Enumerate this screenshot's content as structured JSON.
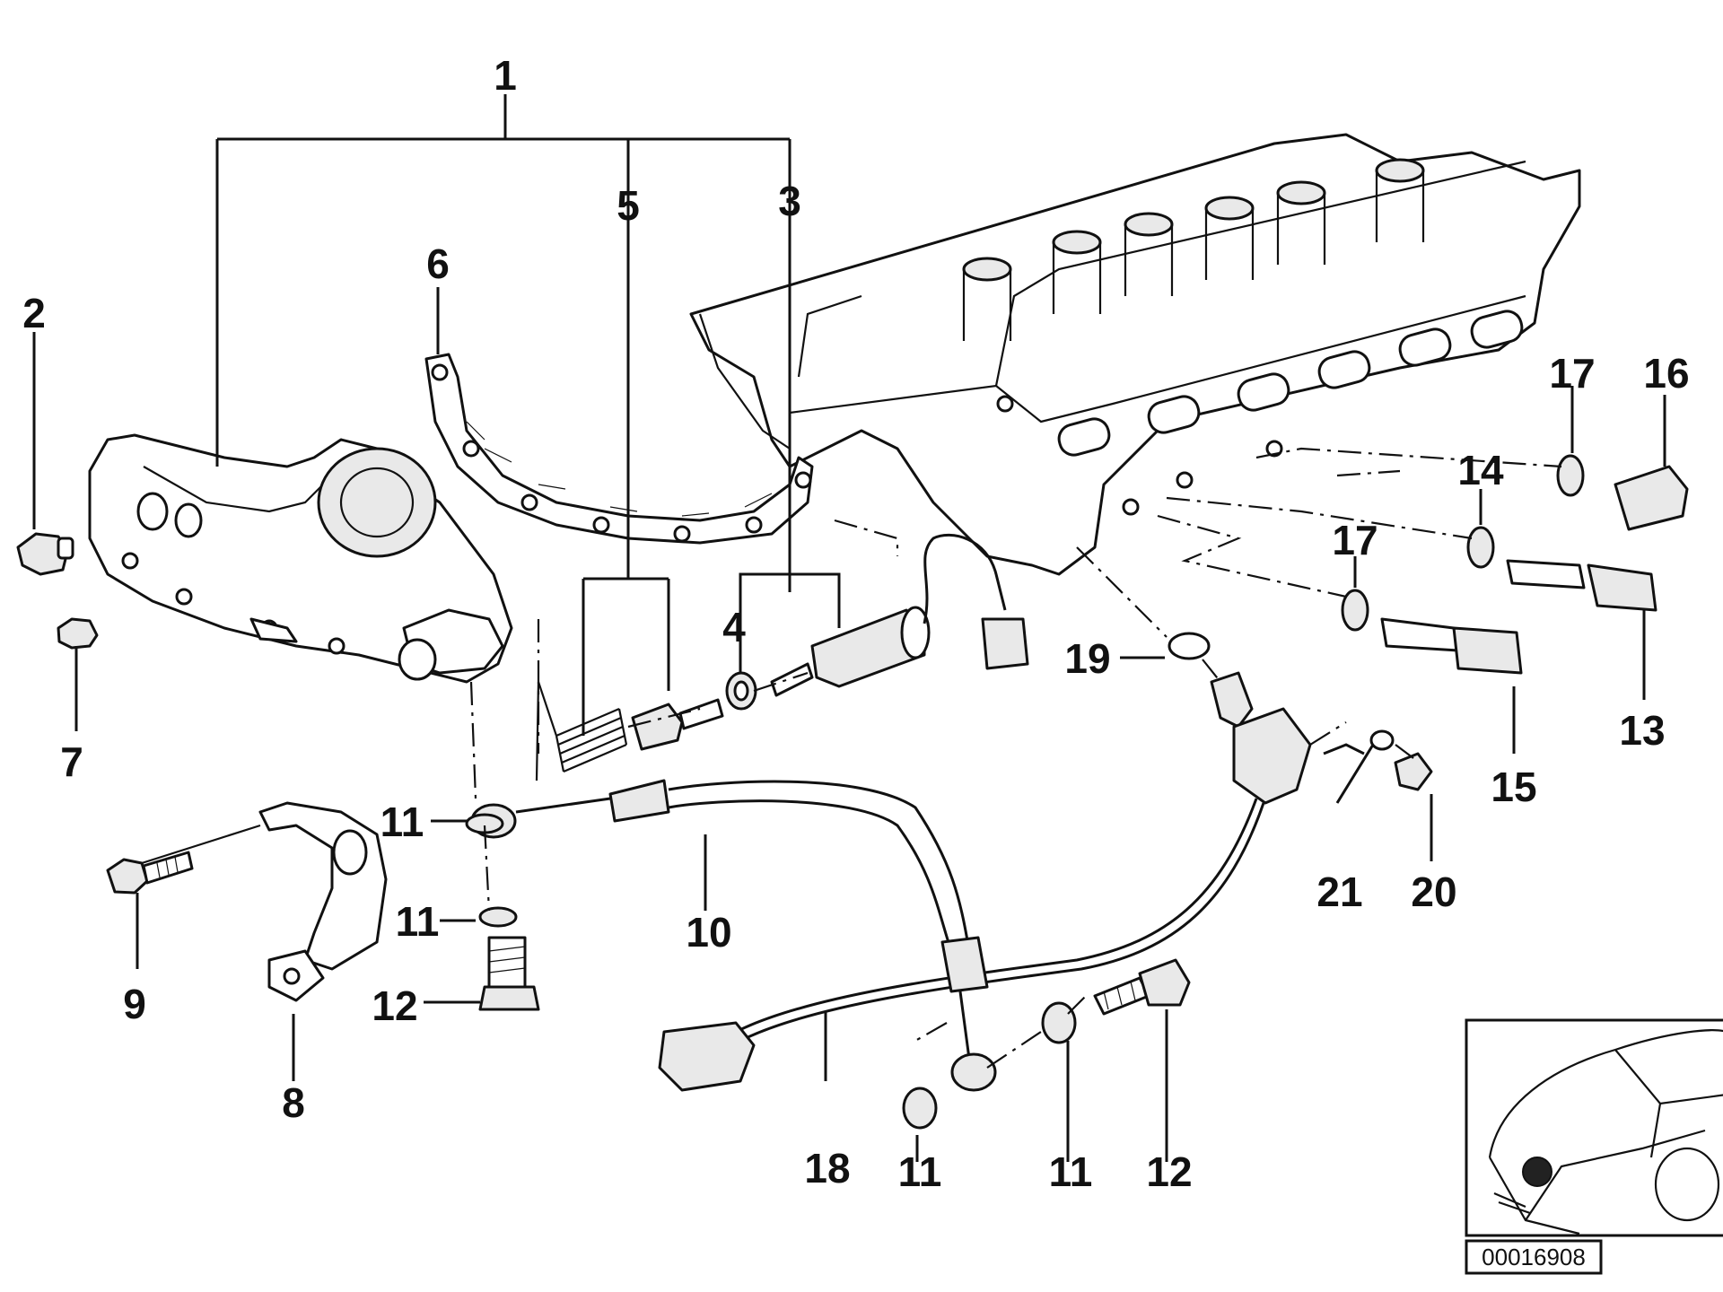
{
  "diagram": {
    "reference_number": "00016908",
    "callouts": [
      {
        "id": "c1",
        "label": "1"
      },
      {
        "id": "c2",
        "label": "2"
      },
      {
        "id": "c3",
        "label": "3"
      },
      {
        "id": "c4",
        "label": "4"
      },
      {
        "id": "c5",
        "label": "5"
      },
      {
        "id": "c6",
        "label": "6"
      },
      {
        "id": "c7",
        "label": "7"
      },
      {
        "id": "c8",
        "label": "8"
      },
      {
        "id": "c9",
        "label": "9"
      },
      {
        "id": "c10",
        "label": "10"
      },
      {
        "id": "c11a",
        "label": "11"
      },
      {
        "id": "c11b",
        "label": "11"
      },
      {
        "id": "c11c",
        "label": "11"
      },
      {
        "id": "c11d",
        "label": "11"
      },
      {
        "id": "c12a",
        "label": "12"
      },
      {
        "id": "c12b",
        "label": "12"
      },
      {
        "id": "c13",
        "label": "13"
      },
      {
        "id": "c14",
        "label": "14"
      },
      {
        "id": "c15",
        "label": "15"
      },
      {
        "id": "c16",
        "label": "16"
      },
      {
        "id": "c17a",
        "label": "17"
      },
      {
        "id": "c17b",
        "label": "17"
      },
      {
        "id": "c18",
        "label": "18"
      },
      {
        "id": "c19",
        "label": "19"
      },
      {
        "id": "c20",
        "label": "20"
      },
      {
        "id": "c21",
        "label": "21"
      }
    ]
  }
}
